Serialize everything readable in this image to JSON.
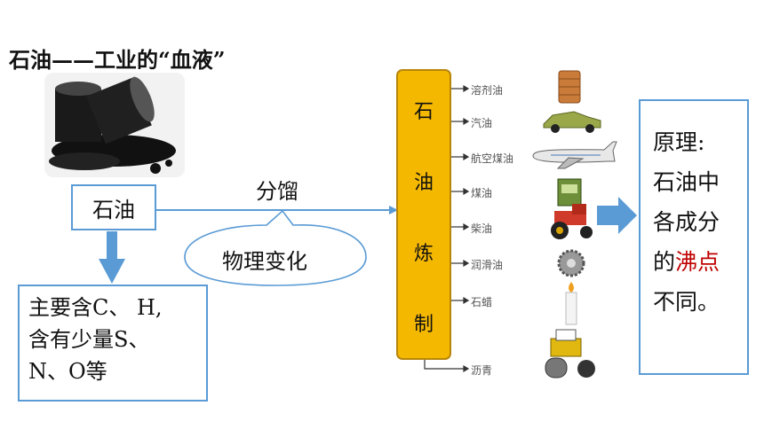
{
  "title": "石油——工业的“血液”",
  "crude_label": "石油",
  "composition_lines": [
    "主要含C、 H,",
    "含有少量S、",
    "N、O等"
  ],
  "process_label": "分馏",
  "change_label": "物理变化",
  "column_chars": [
    "石",
    "油",
    "炼",
    "制"
  ],
  "products": [
    "溶剂油",
    "汽油",
    "航空煤油",
    "煤油",
    "柴油",
    "润滑油",
    "石蜡",
    "沥青"
  ],
  "principle": {
    "lines": [
      "原理:",
      "石油中",
      "各成分"
    ],
    "line4_prefix": "的",
    "line4_highlight": "沸点",
    "line5": "不同。"
  },
  "icons": [
    "oil-barrel-icon",
    "solvent-barrels-icon",
    "car-icon",
    "airplane-icon",
    "stove-icon",
    "tractor-icon",
    "gear-icon",
    "candle-icon",
    "road-roller-icon"
  ],
  "colors": {
    "accent_blue": "#5b9bd5",
    "column_fill": "#f5b800",
    "highlight_red": "#c00000"
  }
}
